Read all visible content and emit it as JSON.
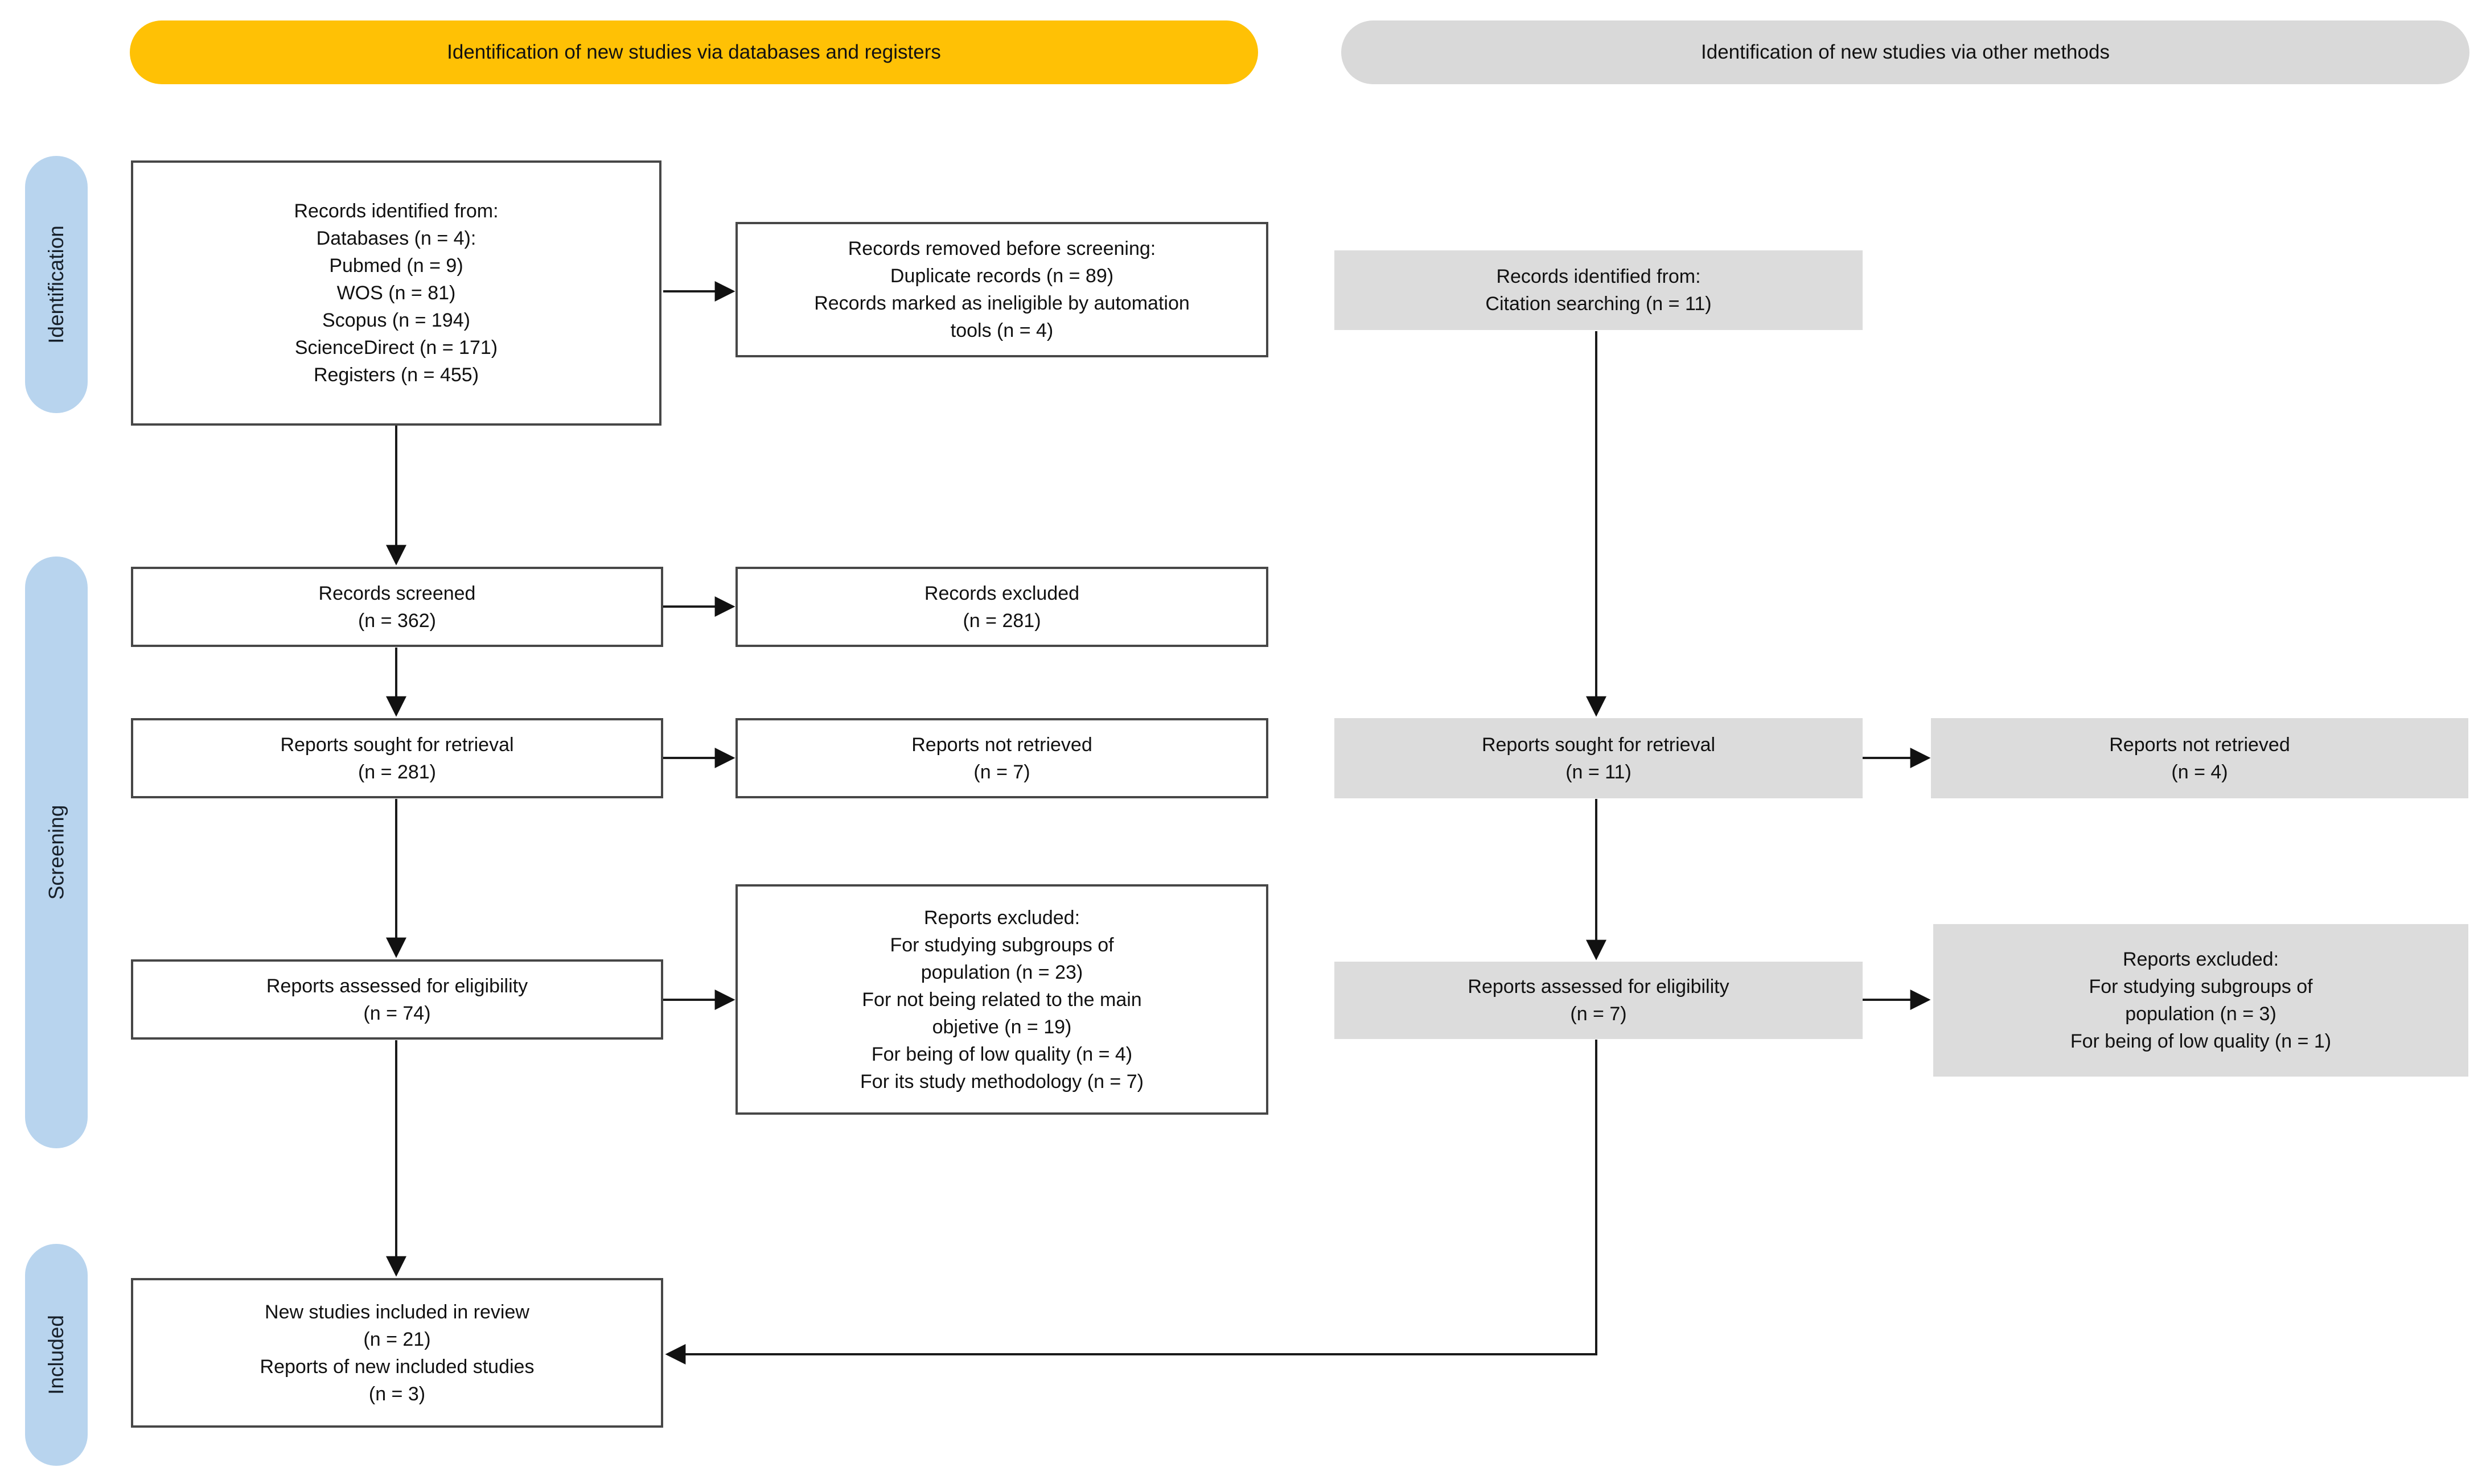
{
  "headers": {
    "databases": "Identification of new studies via databases and registers",
    "other_methods": "Identification of new studies via other methods"
  },
  "stages": {
    "identification": "Identification",
    "screening": "Screening",
    "included": "Included"
  },
  "colors": {
    "header_databases_bg": "#FFC105",
    "header_other_bg": "#D9D9D9",
    "stage_label_bg": "#B8D4EE",
    "gray_box_bg": "#DCDCDC",
    "white_box_bg": "#FFFFFF",
    "box_border": "#474747",
    "arrow": "#1a1a1a"
  },
  "boxes": {
    "records_identified_databases": "Records identified from:\nDatabases (n = 4):\nPubmed (n = 9)\nWOS (n = 81)\nScopus (n = 194)\nScienceDirect (n = 171)\nRegisters (n = 455)",
    "records_removed_before_screening": "Records removed before screening:\nDuplicate records (n = 89)\nRecords marked as ineligible by automation\ntools (n = 4)",
    "records_identified_other": "Records identified from:\nCitation searching (n = 11)",
    "records_screened": "Records screened\n(n = 362)",
    "records_excluded": "Records excluded\n(n = 281)",
    "reports_sought_databases": "Reports sought for retrieval\n(n = 281)",
    "reports_not_retrieved_databases": "Reports not retrieved\n(n = 7)",
    "reports_sought_other": "Reports sought for retrieval\n(n = 11)",
    "reports_not_retrieved_other": "Reports not retrieved\n(n = 4)",
    "reports_assessed_databases": "Reports assessed for eligibility\n(n = 74)",
    "reports_excluded_databases": "Reports excluded:\nFor studying subgroups of\npopulation (n = 23)\nFor not being related to the main\nobjetive (n = 19)\nFor being of low quality (n = 4)\nFor its study methodology (n = 7)",
    "reports_assessed_other": "Reports assessed for eligibility\n(n = 7)",
    "reports_excluded_other": "Reports excluded:\nFor studying subgroups of\npopulation (n = 3)\nFor being of low quality (n = 1)",
    "new_studies_included": "New studies included in review\n(n = 21)\nReports of new included studies\n(n = 3)"
  }
}
